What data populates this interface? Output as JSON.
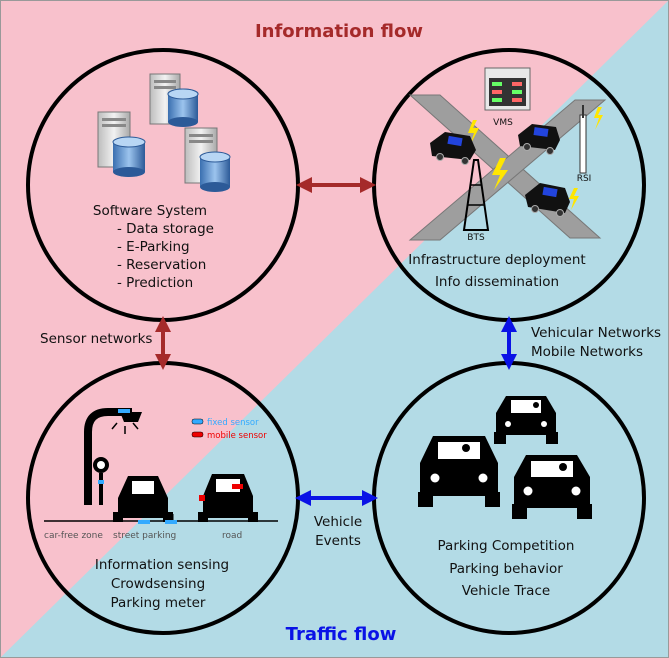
{
  "title_top": "Information flow",
  "title_bottom": "Traffic flow",
  "colors": {
    "pink": "#f8c1cc",
    "blue": "#b3dbe6",
    "red_arrow": "#a52a2a",
    "blue_arrow": "#0a12e6",
    "title_red": "#a52a2a",
    "title_blue": "#0a12e6"
  },
  "software": {
    "title": "Software System",
    "items": [
      "- Data storage",
      "- E-Parking",
      "- Reservation",
      "- Prediction"
    ]
  },
  "infrastructure": {
    "vms": "VMS",
    "rsi": "RSI",
    "bts": "BTS",
    "line1": "Infrastructure deployment",
    "line2": "Info dissemination"
  },
  "sensing": {
    "legend_fixed": "fixed sensor",
    "legend_mobile": "mobile sensor",
    "zone1": "car-free zone",
    "zone2": "street parking",
    "zone3": "road",
    "line1": "Information sensing",
    "line2": "Crowdsensing",
    "line3": "Parking meter"
  },
  "parking": {
    "line1": "Parking Competition",
    "line2": "Parking behavior",
    "line3": "Vehicle Trace"
  },
  "links": {
    "sensor": "Sensor networks",
    "vehicular1": "Vehicular Networks",
    "vehicular2": "Mobile Networks",
    "events1": "Vehicle",
    "events2": "Events"
  }
}
